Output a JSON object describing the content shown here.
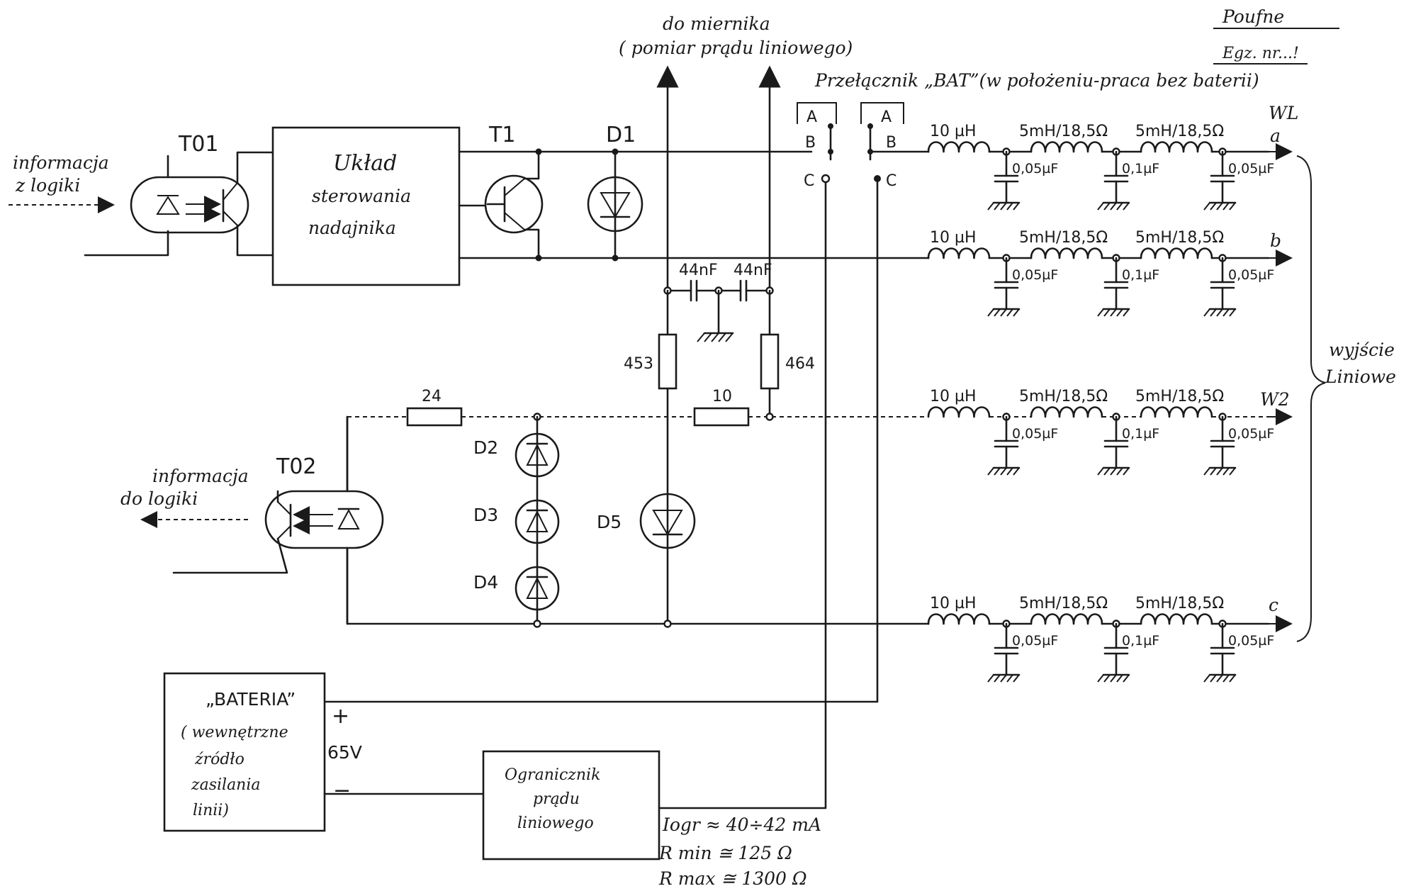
{
  "header": {
    "classification": "Poufne",
    "copy_number": "Egz. nr...!"
  },
  "notes": {
    "meter_line1": "do miernika",
    "meter_line2": "( pomiar prądu liniowego)",
    "switch_caption": "Przełącznik „BAT”(w położeniu-praca bez baterii)",
    "output_label_line1": "wyjście",
    "output_label_line2": "Liniowe"
  },
  "blocks": {
    "control_line1": "Układ",
    "control_line2": "sterowania",
    "control_line3": "nadajnika",
    "battery_line1": "„BATERIA”",
    "battery_line2": "( wewnętrzne",
    "battery_line3": "źródło",
    "battery_line4": "zasilania",
    "battery_line5": "linii)",
    "limiter_line1": "Ogranicznik",
    "limiter_line2": "prądu",
    "limiter_line3": "liniowego"
  },
  "signals": {
    "in_line1": "informacja",
    "in_line2": "z logiki",
    "out_line1": "informacja",
    "out_line2": "do logiki"
  },
  "components": {
    "t01": "T01",
    "t02": "T02",
    "t1": "T1",
    "d1": "D1",
    "d2": "D2",
    "d3": "D3",
    "d4": "D4",
    "d5": "D5",
    "r453": "453",
    "r464": "464",
    "r24": "24",
    "r10": "10",
    "c44a": "44nF",
    "c44b": "44nF",
    "switch_a": "A",
    "switch_b": "B",
    "switch_c": "C",
    "battery_plus": "+",
    "battery_minus": "−",
    "battery_voltage": "65V"
  },
  "filters": {
    "l1": "10 µH",
    "l2": "5mH/18,5Ω",
    "l3": "5mH/18,5Ω",
    "c1": "0,05µF",
    "c2": "0,1µF",
    "c3": "0,05µF"
  },
  "lines": {
    "group_label": "WL",
    "a": "a",
    "b": "b",
    "w2": "W2",
    "c": "c"
  },
  "specs": {
    "iogr": "Iogr ≈ 40÷42 mA",
    "rmin": "R min ≅ 125 Ω",
    "rmax": "R max ≅ 1300 Ω"
  }
}
